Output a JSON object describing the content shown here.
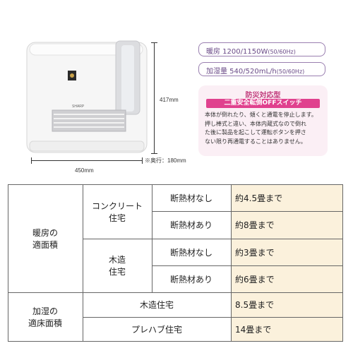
{
  "product": {
    "brand": "SHARP",
    "height_dim": "417mm",
    "width_dim": "450mm",
    "depth_note": "※奥行：180mm"
  },
  "specs": {
    "heating": "暖房 1200/1150W",
    "heating_hz": "(50/60Hz)",
    "humidify": "加湿量 540/520mL/h",
    "humidify_hz": "(50/60Hz)"
  },
  "safety": {
    "title": "防災対応型",
    "switch_label": "二重安全転倒OFFスイッチ",
    "lines": [
      "本体が倒れたり、傾くと通電を停止します。",
      "押し棒式と違い、本体内蔵式なので倒れ",
      "た後に製品を起こして運転ボタンを押さ",
      "ない限り再通電することはありません。"
    ]
  },
  "table": {
    "heating_area_label_1": "暖房の",
    "heating_area_label_2": "適面積",
    "concrete_1": "コンクリート",
    "concrete_2": "住宅",
    "wood_1": "木造",
    "wood_2": "住宅",
    "no_insulation": "断熱材なし",
    "with_insulation": "断熱材あり",
    "values": [
      "約4.5畳まで",
      "約8畳まで",
      "約3畳まで",
      "約6畳まで"
    ],
    "humid_area_label_1": "加湿の",
    "humid_area_label_2": "適床面積",
    "wood_house": "木造住宅",
    "prefab_house": "プレハブ住宅",
    "humid_values": [
      "8.5畳まで",
      "14畳まで"
    ]
  },
  "colors": {
    "highlight": "#fbf1dc",
    "accent_pink": "#e0418e",
    "spec_purple": "#6a4a87"
  }
}
